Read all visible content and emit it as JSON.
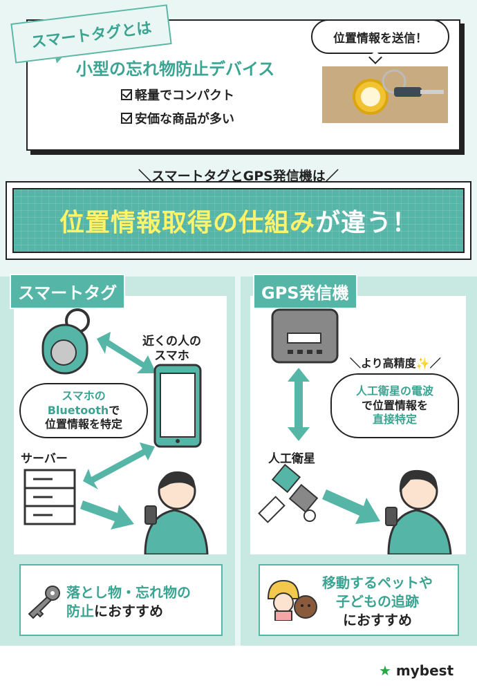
{
  "top": {
    "tag": "スマートタグとは",
    "title": "小型の忘れ物防止デバイス",
    "checks": [
      "軽量でコンパクト",
      "安価な商品が多い"
    ],
    "photo_bubble": "位置情報を送信！"
  },
  "headline": {
    "sub": "＼スマートタグとGPS発信機は／",
    "main_highlight": "位置情報取得の仕組み",
    "main_rest": "が違う！"
  },
  "left": {
    "label": "スマートタグ",
    "phone_caption_1": "近くの人の",
    "phone_caption_2": "スマホ",
    "bubble_line1": "スマホの",
    "bubble_line2": "Bluetooth",
    "bubble_line2_suffix": "で",
    "bubble_line3": "位置情報を特定",
    "server_label": "サーバー",
    "bottom_line1": "落とし物・忘れ物の",
    "bottom_line2_teal": "防止",
    "bottom_line2_rest": "におすすめ"
  },
  "right": {
    "label": "GPS発信機",
    "precision": "＼より高精度✨／",
    "bubble_line1": "人工衛星の電波",
    "bubble_line2": "で位置情報を",
    "bubble_line3": "直接特定",
    "satellite_label": "人工衛星",
    "bottom_line1": "移動するペットや",
    "bottom_line2": "子どもの追跡",
    "bottom_line3": "におすすめ"
  },
  "footer": {
    "logo": "mybest",
    "logo_star": "★"
  },
  "colors": {
    "teal": "#55b5a6",
    "teal_dark": "#3aa391",
    "panel_bg": "#c8e9e2",
    "highlight": "#fff36a"
  }
}
